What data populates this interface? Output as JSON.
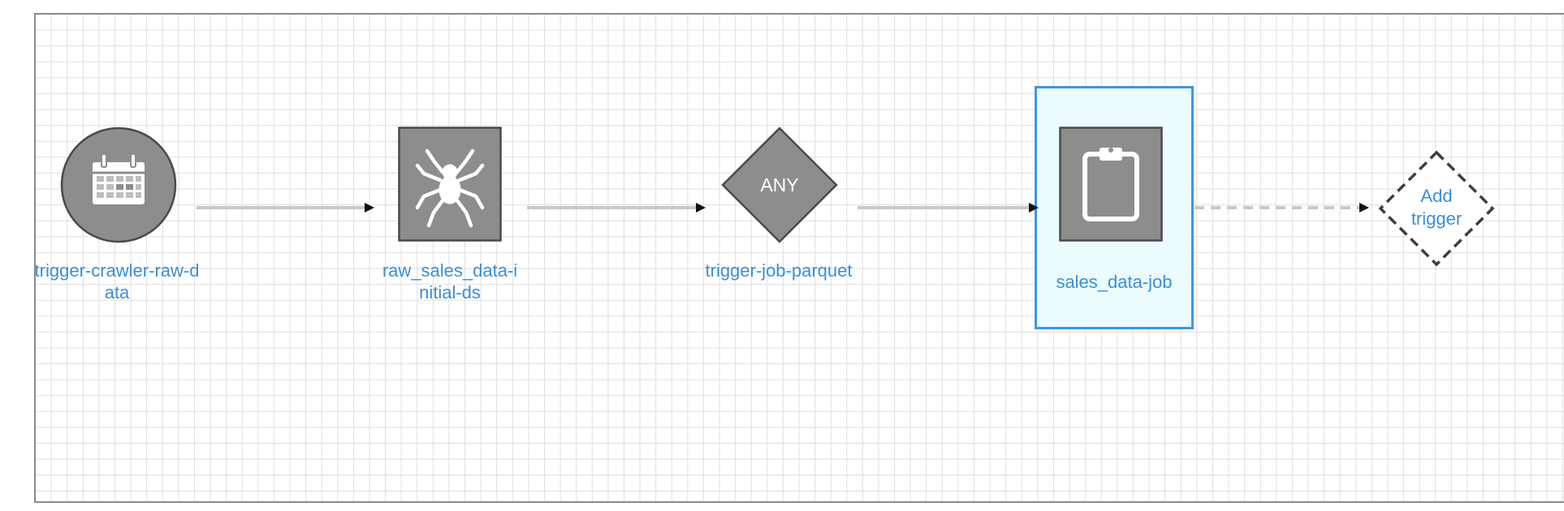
{
  "nodes": [
    {
      "id": "trigger-crawler-raw-data",
      "kind": "scheduled-trigger",
      "label": "trigger-crawler-raw-data",
      "icon": "calendar-icon"
    },
    {
      "id": "raw_sales_data-initial-ds",
      "kind": "crawler",
      "label": "raw_sales_data-initial-ds",
      "icon": "spider-icon"
    },
    {
      "id": "trigger-job-parquet",
      "kind": "conditional-trigger",
      "label": "trigger-job-parquet",
      "condition": "ANY"
    },
    {
      "id": "sales_data-job",
      "kind": "job",
      "label": "sales_data-job",
      "icon": "clipboard-icon",
      "selected": true
    },
    {
      "id": "add-trigger",
      "kind": "placeholder",
      "label": "Add trigger"
    }
  ],
  "colors": {
    "node_fill": "#8d8d8d",
    "node_stroke": "#4a4a4a",
    "label": "#3a8fd6",
    "selection_border": "#3d96e8",
    "selection_fill": "#ecfbfe",
    "edge": "#c8c8c8"
  }
}
